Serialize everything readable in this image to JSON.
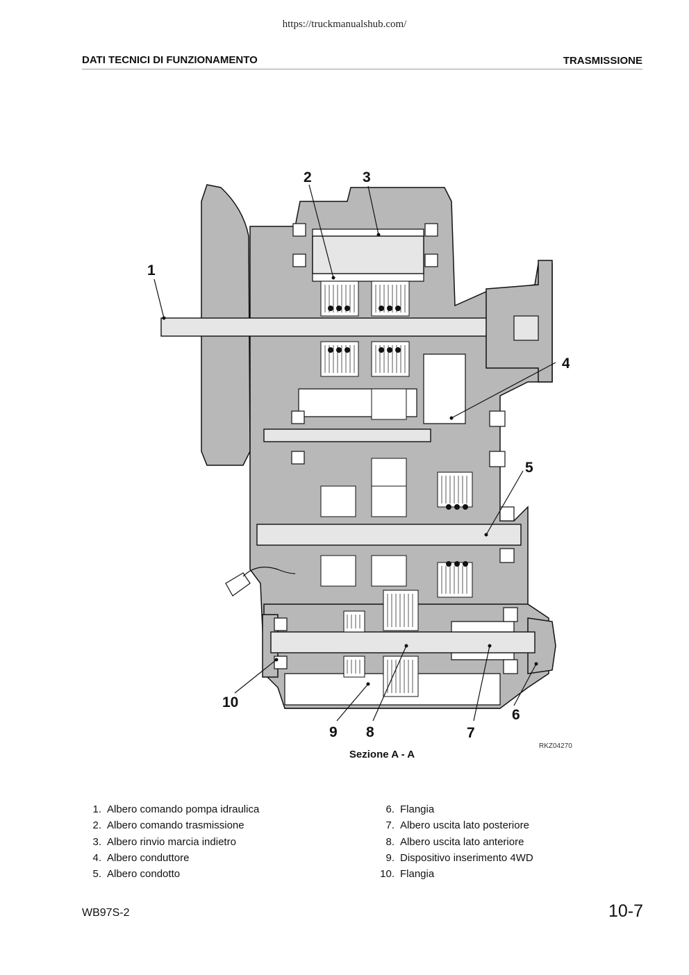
{
  "page": {
    "url": "https://truckmanualshub.com/",
    "section_title": "DATI TECNICI DI FUNZIONAMENTO",
    "chapter": "TRASMISSIONE"
  },
  "figure": {
    "reference": "RKZ04270",
    "caption": "Sezione A - A",
    "callouts": [
      "1",
      "2",
      "3",
      "4",
      "5",
      "6",
      "7",
      "8",
      "9",
      "10"
    ]
  },
  "legend": {
    "col1": [
      {
        "num": "1.",
        "label": "Albero comando pompa idraulica"
      },
      {
        "num": "2.",
        "label": "Albero comando trasmissione"
      },
      {
        "num": "3.",
        "label": "Albero rinvio marcia indietro"
      },
      {
        "num": "4.",
        "label": "Albero conduttore"
      },
      {
        "num": "5.",
        "label": "Albero condotto"
      }
    ],
    "col2": [
      {
        "num": "6.",
        "label": "Flangia"
      },
      {
        "num": "7.",
        "label": "Albero uscita lato posteriore"
      },
      {
        "num": "8.",
        "label": "Albero uscita lato anteriore"
      },
      {
        "num": "9.",
        "label": "Dispositivo inserimento 4WD"
      },
      {
        "num": "10.",
        "label": "Flangia"
      }
    ]
  },
  "footer": {
    "model": "WB97S-2",
    "page_number": "10-7"
  }
}
